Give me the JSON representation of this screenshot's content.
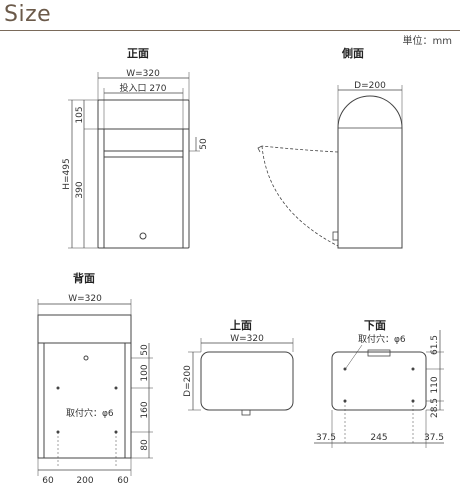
{
  "title": "Size",
  "unit": "単位：mm",
  "views": {
    "front": "正面",
    "side": "側面",
    "back": "背面",
    "top": "上面",
    "bottom": "下面"
  },
  "front_dims": {
    "width": "W=320",
    "slot": "投入口 270",
    "height": "H=495",
    "upper": "105",
    "lower": "390",
    "slot_h": "50"
  },
  "side_dims": {
    "depth": "D=200"
  },
  "back_dims": {
    "width": "W=320",
    "d1": "50",
    "d2": "100",
    "d3": "160",
    "d4": "80",
    "hole": "取付穴：φ6",
    "b1": "60",
    "b2": "200",
    "b3": "60"
  },
  "top_dims": {
    "width": "W=320",
    "depth": "D=200"
  },
  "bottom_dims": {
    "hole": "取付穴：φ6",
    "r1": "61.5",
    "r2": "110",
    "r3": "28.5",
    "b1": "37.5",
    "b2": "245",
    "b3": "37.5"
  }
}
